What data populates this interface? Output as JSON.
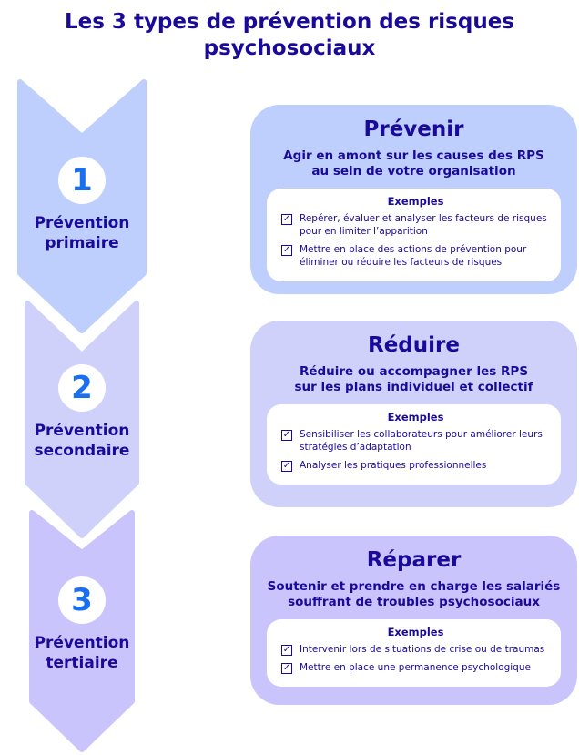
{
  "title": "Les 3 types de prévention des risques psychosociaux",
  "colors": {
    "text": "#1a0a9a",
    "number": "#1a6ff0",
    "step1": "#bfcffd",
    "step2": "#d0d1fb",
    "step3": "#c9c4fb"
  },
  "steps": [
    {
      "number": "1",
      "label_line1": "Prévention",
      "label_line2": "primaire"
    },
    {
      "number": "2",
      "label_line1": "Prévention",
      "label_line2": "secondaire"
    },
    {
      "number": "3",
      "label_line1": "Prévention",
      "label_line2": "tertiaire"
    }
  ],
  "cards": [
    {
      "title": "Prévenir",
      "subtitle_line1": "Agir en amont sur les causes des RPS",
      "subtitle_line2": "au sein de votre organisation",
      "examples_title": "Exemples",
      "examples": [
        "Repérer, évaluer et analyser les facteurs de risques pour en limiter l’apparition",
        "Mettre en place des actions de prévention pour éliminer ou réduire les facteurs de risques"
      ]
    },
    {
      "title": "Réduire",
      "subtitle_line1": "Réduire ou accompagner les RPS",
      "subtitle_line2": "sur les plans individuel et collectif",
      "examples_title": "Exemples",
      "examples": [
        "Sensibiliser les collaborateurs pour améliorer leurs stratégies d’adaptation",
        "Analyser les pratiques professionnelles"
      ]
    },
    {
      "title": "Réparer",
      "subtitle_line1": "Soutenir et prendre en charge les salariés",
      "subtitle_line2": "souffrant de troubles psychosociaux",
      "examples_title": "Exemples",
      "examples": [
        "Intervenir lors de situations de crise ou de traumas",
        "Mettre en place une permanence psychologique"
      ]
    }
  ],
  "icons": {
    "check": "checkbox-checked-icon",
    "check_glyph": "✓"
  }
}
